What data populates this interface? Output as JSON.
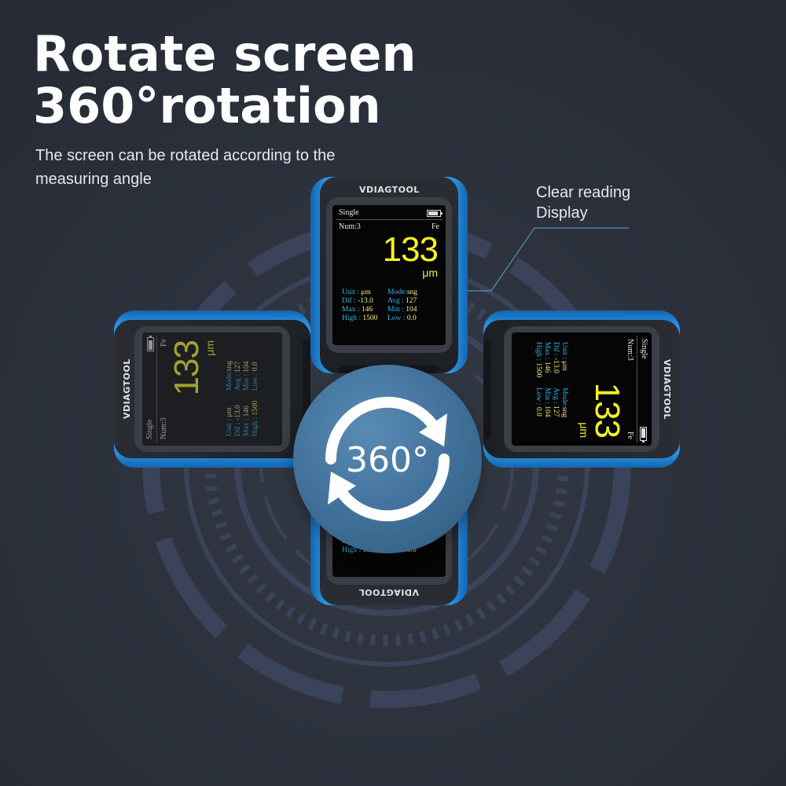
{
  "headline": {
    "line1": "Rotate screen",
    "line2": "360°rotation"
  },
  "subtitle": "The screen can be rotated according to the measuring angle",
  "callout": {
    "line1": "Clear reading",
    "line2": "Display"
  },
  "badge": "360°",
  "brand": "VDIAGTOOL",
  "device_screen": {
    "mode_label": "Single",
    "num": "Num:3",
    "material": "Fe",
    "value": "133",
    "unit": "μm",
    "stats": {
      "unit_k": "Unit : ",
      "unit_v": "μm",
      "mode_k": "Mode:",
      "mode_v": "sng",
      "dif_k": "Dif  : ",
      "dif_v": "-13.0",
      "avg_k": "Avg  : ",
      "avg_v": "127",
      "max_k": "Max : ",
      "max_v": "146",
      "min_k": "Min  : ",
      "min_v": "104",
      "high_k": "High : ",
      "high_v": "1500",
      "low_k": "Low  : ",
      "low_v": "0.0"
    }
  },
  "colors": {
    "background": "#2b303b",
    "device_blue": "#2b9ae9",
    "reading_yellow": "#f7f21e",
    "label_cyan": "#2fb6e8",
    "badge": "#3f6f98"
  }
}
